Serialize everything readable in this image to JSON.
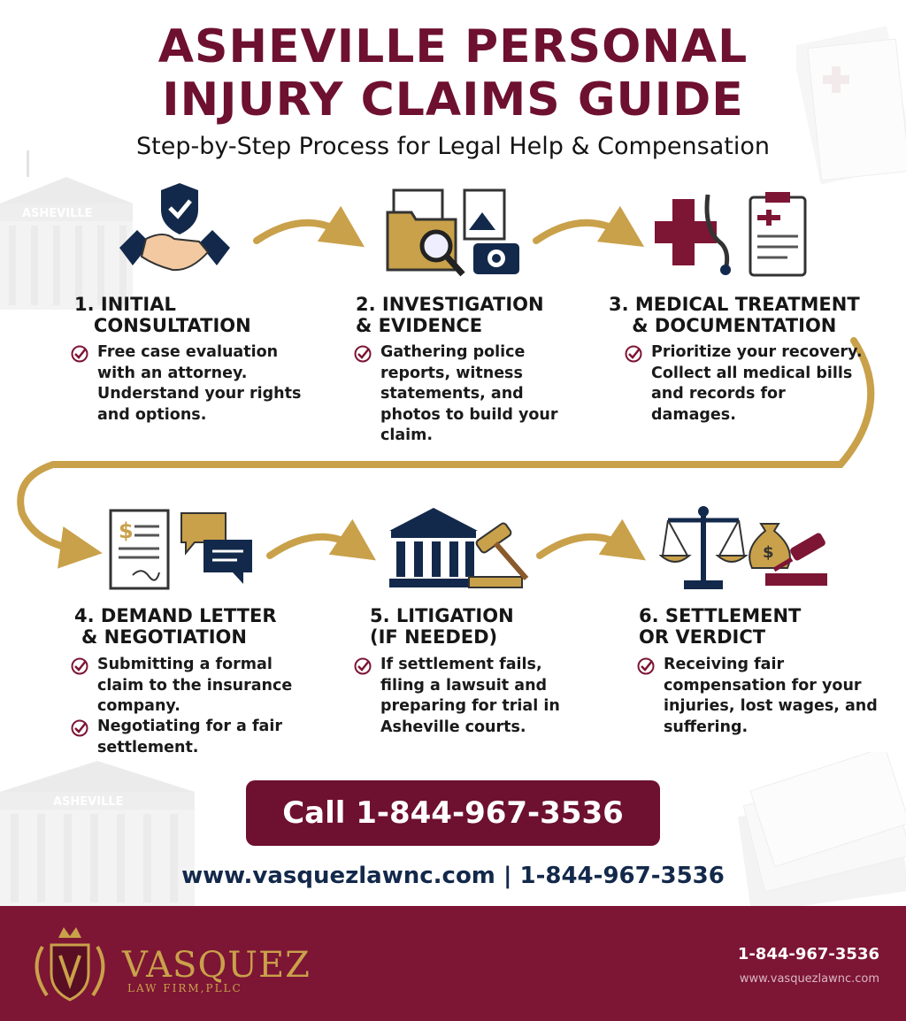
{
  "header": {
    "title_line1": "ASHEVILLE PERSONAL",
    "title_line2": "INJURY CLAIMS GUIDE",
    "subtitle": "Step-by-Step Process for Legal Help & Compensation"
  },
  "background": {
    "building_label_top": "ASHEVILLE",
    "building_label_bottom": "ASHEVILLE"
  },
  "steps": [
    {
      "title_line1": "1. INITIAL",
      "title_line2": "   CONSULTATION",
      "bullets": [
        "Free case evaluation\nwith an attorney.\nUnderstand your rights\nand options."
      ]
    },
    {
      "title_line1": "2. INVESTIGATION",
      "title_line2": "& EVIDENCE",
      "bullets": [
        "Gathering police\nreports, witness\nstatements, and\nphotos to build your\nclaim."
      ]
    },
    {
      "title_line1": "3. MEDICAL TREATMENT",
      "title_line2": "& DOCUMENTATION",
      "bullets": [
        "Prioritize your recovery.\nCollect all medical bills\nand records for\ndamages."
      ]
    },
    {
      "title_line1": "4. DEMAND LETTER",
      "title_line2": "& NEGOTIATION",
      "bullets": [
        "Submitting a formal\nclaim to the insurance\ncompany.",
        "Negotiating for a fair\nsettlement."
      ]
    },
    {
      "title_line1": "5. LITIGATION",
      "title_line2": "(IF NEEDED)",
      "bullets": [
        "If settlement fails,\nfiling a lawsuit and\npreparing for trial in\nAsheville courts."
      ]
    },
    {
      "title_line1": "6. SETTLEMENT",
      "title_line2": "OR VERDICT",
      "bullets": [
        "Receiving fair\ncompensation for your\ninjuries, lost wages, and\nsuffering."
      ]
    }
  ],
  "cta": {
    "label": "Call 1-844-967-3536"
  },
  "contact_line": "www.vasquezlawnc.com | 1-844-967-3536",
  "footer": {
    "firm_name": "VASQUEZ",
    "firm_sub": "LAW FIRM,PLLC",
    "phone": "1-844-967-3536",
    "url": "www.vasquezlawnc.com"
  },
  "colors": {
    "maroon": "#6e1030",
    "navy": "#13294b",
    "gold": "#c9a14a",
    "footer": "#7d1535"
  }
}
